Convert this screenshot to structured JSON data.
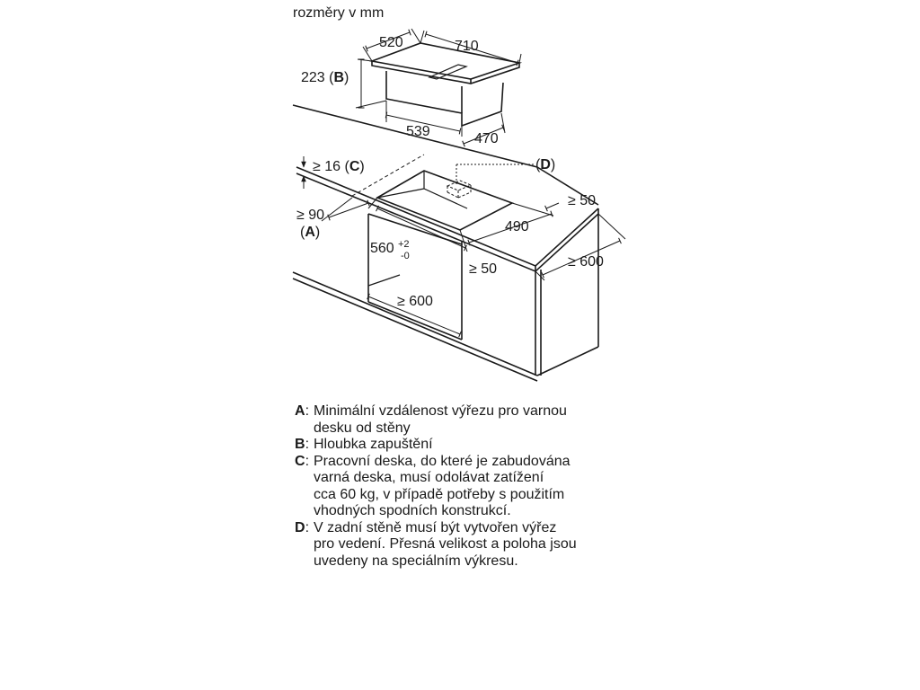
{
  "header": {
    "units_note": "rozměry v mm"
  },
  "hob": {
    "width": "710",
    "depth": "520",
    "height": "223",
    "height_ref": "B",
    "body_width": "539",
    "body_depth": "470"
  },
  "cutout": {
    "worktop_thickness": "≥ 16",
    "worktop_ref": "C",
    "duct_ref": "D",
    "wall_distance": "≥ 90",
    "wall_ref": "A",
    "cutout_width": "560",
    "tol_plus": "+2",
    "tol_minus": "-0",
    "cutout_depth": "490",
    "side_clearance": "≥ 50",
    "front_clearance": "≥ 50",
    "worktop_depth": "≥ 600",
    "cabinet_width": "≥ 600"
  },
  "legend": [
    {
      "key": "A",
      "lines": [
        "Minimální vzdálenost výřezu pro varnou",
        "desku od stěny"
      ]
    },
    {
      "key": "B",
      "lines": [
        "Hloubka zapuštění"
      ]
    },
    {
      "key": "C",
      "lines": [
        "Pracovní deska, do které je zabudována",
        "varná deska, musí odolávat zatížení",
        "cca 60 kg, v případě potřeby s použitím",
        "vhodných spodních konstrukcí."
      ]
    },
    {
      "key": "D",
      "lines": [
        "V zadní stěně musí být vytvořen výřez",
        "pro vedení. Přesná velikost a poloha jsou",
        "uvedeny na speciálním výkresu."
      ]
    }
  ]
}
